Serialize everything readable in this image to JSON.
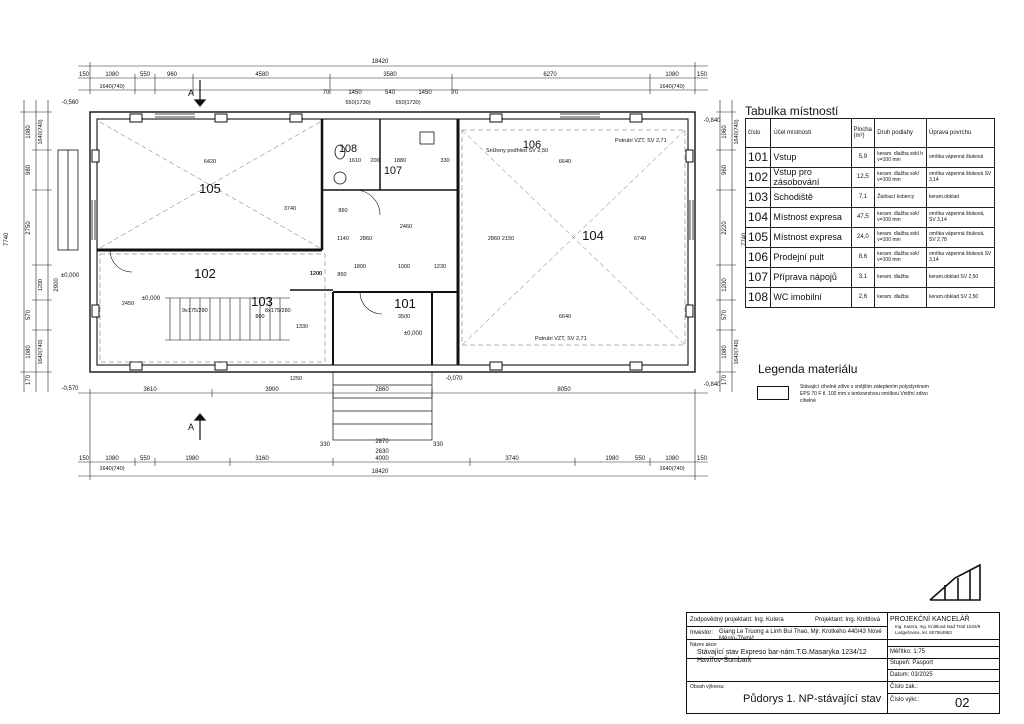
{
  "overall_dims": {
    "total_top": "18420",
    "total_bottom": "18420",
    "left_total": "7740",
    "right_total": "7740"
  },
  "top_dims_row1": [
    "150",
    "1080",
    "550",
    "960",
    "4580",
    "3580",
    "6270",
    "1080",
    "150"
  ],
  "top_dims_row1_sub": [
    "1640(740)",
    "1640(740)"
  ],
  "top_dims_row2": [
    "70",
    "1450",
    "540",
    "1450",
    "70"
  ],
  "top_dims_row2_sub": [
    "650(1730)",
    "650(1730)"
  ],
  "bottom_dims_row1": [
    "3610",
    "3900",
    "2860",
    "8050"
  ],
  "bottom_dims_row2": [
    "150",
    "1080",
    "550",
    "1980",
    "3160",
    "4000",
    "3740",
    "1980",
    "550",
    "1080",
    "150"
  ],
  "bottom_dims_row2_sub": [
    "1640(740)",
    "1640(740)"
  ],
  "stair_dims": [
    "330",
    "2870",
    "2630",
    "330"
  ],
  "left_dims": [
    "1080",
    "980",
    "2750",
    "2900",
    "570",
    "1080",
    "170"
  ],
  "left_dims_sub": [
    "1640(740)",
    "1640(740)",
    "1200"
  ],
  "right_dims": [
    "1060",
    "960",
    "2220",
    "1200",
    "570",
    "1080",
    "170"
  ],
  "right_dims_sub": [
    "1640(740)",
    "1640(740)"
  ],
  "levels": [
    "-0,560",
    "-0,570",
    "-0,840",
    "-0,840",
    "±0,000",
    "±0,000",
    "±0,000",
    "-0,070"
  ],
  "section_marks": [
    "A",
    "A"
  ],
  "room_numbers": [
    "105",
    "102",
    "103",
    "108",
    "107",
    "106",
    "104",
    "101"
  ],
  "interior_dims": [
    "6420",
    "3740",
    "6640",
    "1610",
    "200",
    "1880",
    "330",
    "800",
    "1000",
    "1230",
    "3500",
    "1330",
    "860",
    "1140",
    "2860",
    "2860",
    "2150",
    "6740",
    "1800",
    "1200",
    "1200",
    "860",
    "1250",
    "6640",
    "2450",
    "2460"
  ],
  "stair_labels": [
    "9x175/280",
    "8x175/280"
  ],
  "notes": {
    "vzt_top": "Potrubí VZT, SV 2,71",
    "vzt_bottom": "Potrubí VZT, SV 2,71",
    "vzt_106": "Sníženy podhled SV 2,50"
  },
  "room_table": {
    "title": "Tabulka místností",
    "headers": [
      "číslo",
      "Účel místnosti",
      "Plocha (m²)",
      "Druh podlahy",
      "Úprava povrchu"
    ],
    "rows": [
      {
        "no": "101",
        "name": "Vstup",
        "area": "5,9",
        "floor": "keram. dlažba sokl h v=100 mm",
        "surface": "omítka vápenná štuková"
      },
      {
        "no": "102",
        "name": "Vstup pro zásobování",
        "area": "12,5",
        "floor": "keram. dlažba sokl v=100 mm",
        "surface": "omítka vápenná štuková SV 3,14"
      },
      {
        "no": "103",
        "name": "Schodiště",
        "area": "7,1",
        "floor": "Žádoucí kobercy",
        "surface": "keram.obklad"
      },
      {
        "no": "104",
        "name": "Místnost expresa",
        "area": "47,5",
        "floor": "keram. dlažba sokl v=100 mm",
        "surface": "omítka vápenná štuková, SV 3,14"
      },
      {
        "no": "105",
        "name": "Místnost expresa",
        "area": "24,0",
        "floor": "keram. dlažba sokl v=100 mm",
        "surface": "omítka vápenná štuková, SV 2,78"
      },
      {
        "no": "106",
        "name": "Prodejní pult",
        "area": "8,6",
        "floor": "keram. dlažba sokl v=100 mm",
        "surface": "omítka vápenná štuková SV 3,14"
      },
      {
        "no": "107",
        "name": "Příprava nápojů",
        "area": "3,1",
        "floor": "keram. dlažba",
        "surface": "keram.obklad SV 2,50"
      },
      {
        "no": "108",
        "name": "WC imobilní",
        "area": "2,6",
        "floor": "keram. dlažba",
        "surface": "keram.obklad SV 2,50"
      }
    ]
  },
  "legend": {
    "title": "Legenda materiálu",
    "text": "Stávající cihelné zdivo s vnějším zateplením polystyrénem EPS 70 F tl. 100 mm s tenkovrstvou omítkou Vnitřní zdivo cihelné"
  },
  "title_block": {
    "responsible": "Zodpovědný projektant: Ing. Kutera",
    "designer": "Projektant: Ing. Knittlová",
    "investor_label": "Investor:",
    "investor": "Giang Le Truong a Linh Bui Thao, Mjr. Krotkého 440/43 Nové Město-Třebíč",
    "building_label": "Název akce:",
    "building": "Stávající stav Expreso bar-nám.T.G.Masaryka 1234/12 Havířov-Šumbark",
    "contents_label": "Obsah výkresu:",
    "contents": "Půdorys 1. NP-stávající stav",
    "office_name": "PROJEKČNÍ KANCELÁŘ",
    "office_detail": "Ing. Kutera, Ing. Knittlová Nad Tratí 1533/8 Ludgeřovice, tel. 607564953",
    "scale": "Měřítko: 1:75",
    "stage": "Stupeň: Pasport",
    "date": "Datum: 03/2025",
    "order": "Číslo zak.:",
    "drawing_no_label": "Číslo výkr.:",
    "drawing_no": "02"
  }
}
